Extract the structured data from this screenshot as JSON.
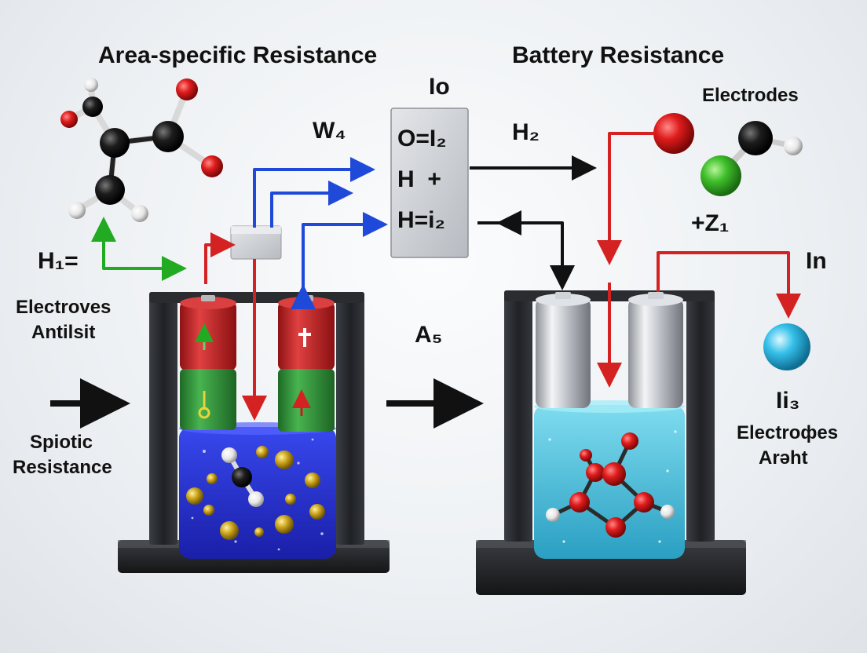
{
  "titles": {
    "left": "Area-specific Resistance",
    "right": "Battery Resistance"
  },
  "labels": {
    "io": "Io",
    "w4": "W₄",
    "h2": "H₂",
    "box_line1": "O=I₂",
    "box_line2": "H  +",
    "box_line3": "H=i₂",
    "electrodes": "Electrodes",
    "z1": "+Z₁",
    "in_label": "In",
    "h1": "H₁=",
    "electroves": "Electroves",
    "antilsit": "Antilsit",
    "a5": "A₅",
    "spiotic": "Spiotic",
    "resistance": "Resistance",
    "ii3": "Ii₃",
    "electroves_b": "Electroфes",
    "areht": "Arəht"
  },
  "colors": {
    "red_cell": "#c0282a",
    "green_cell": "#2f8f3a",
    "electrolyte_left": "#2233cc",
    "electrolyte_right": "#4fc3dd",
    "arrow_blue": "#1f49d8",
    "arrow_red": "#d42222",
    "arrow_green": "#22aa22",
    "frame": "#2b2d31"
  }
}
